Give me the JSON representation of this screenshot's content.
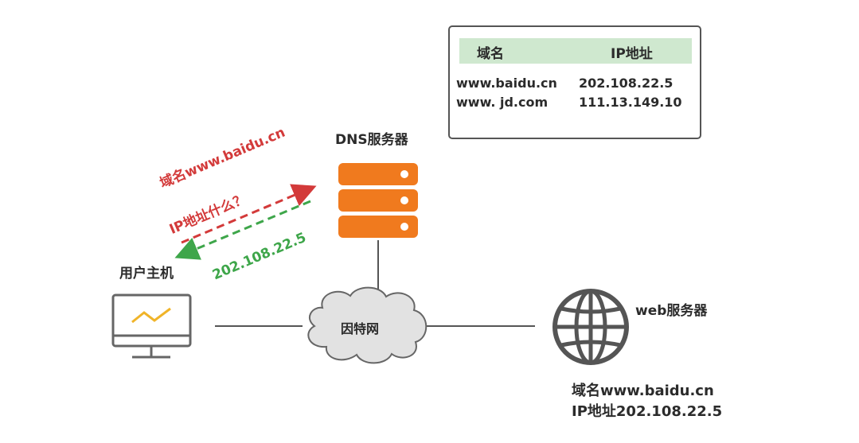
{
  "dns_table": {
    "headers": [
      "域名",
      "IP地址"
    ],
    "rows": [
      {
        "domain": "www.baidu.cn",
        "ip": "202.108.22.5",
        "checked": true
      },
      {
        "domain": "www. jd.com",
        "ip": "111.13.149.10",
        "checked": false
      }
    ]
  },
  "dns_server": {
    "label": "DNS服务器",
    "color": "#f07a1e"
  },
  "user_host": {
    "label": "用户主机"
  },
  "internet": {
    "label": "因特网"
  },
  "web_server": {
    "label": "web服务器",
    "domain_line": "域名www.baidu.cn",
    "ip_line": "IP地址202.108.22.5"
  },
  "query": {
    "line1": "域名www.baidu.cn",
    "line2": "IP地址什么？",
    "color": "#d33a3a"
  },
  "response": {
    "text": "202.108.22.5",
    "color": "#3ea64a"
  }
}
